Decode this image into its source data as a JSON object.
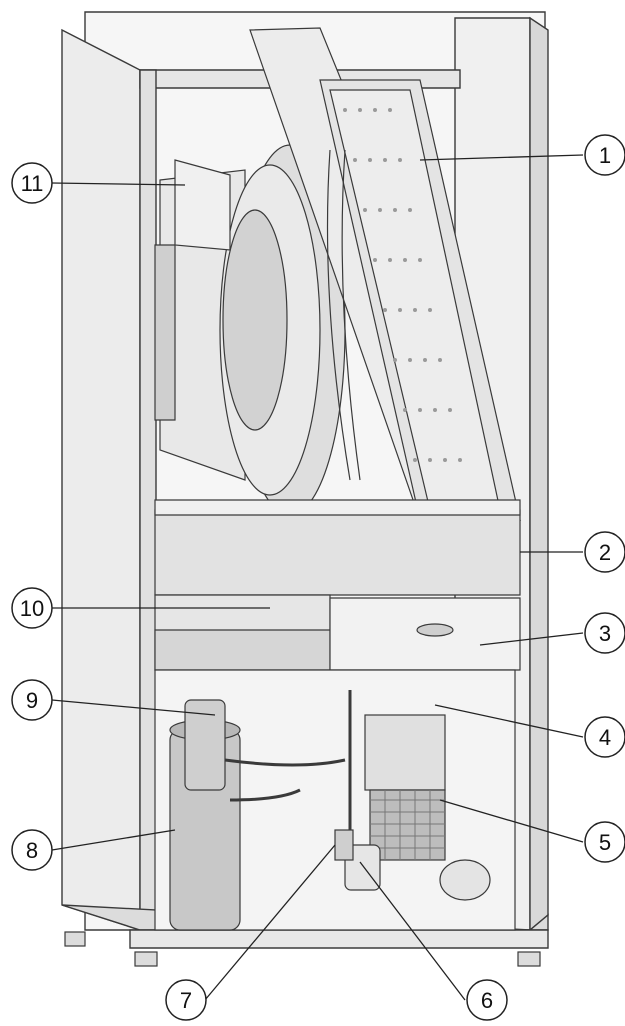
{
  "diagram": {
    "type": "exploded-unit-illustration",
    "callouts": [
      {
        "id": "1",
        "label": "1"
      },
      {
        "id": "2",
        "label": "2"
      },
      {
        "id": "3",
        "label": "3"
      },
      {
        "id": "4",
        "label": "4"
      },
      {
        "id": "5",
        "label": "5"
      },
      {
        "id": "6",
        "label": "6"
      },
      {
        "id": "7",
        "label": "7"
      },
      {
        "id": "8",
        "label": "8"
      },
      {
        "id": "9",
        "label": "9"
      },
      {
        "id": "10",
        "label": "10"
      },
      {
        "id": "11",
        "label": "11"
      }
    ],
    "colors": {
      "line": "#3a3a3a",
      "panel": "#f3f3f3",
      "shade": "#d9d9d9",
      "dark": "#9a9a9a",
      "callout_stroke": "#222222"
    }
  }
}
